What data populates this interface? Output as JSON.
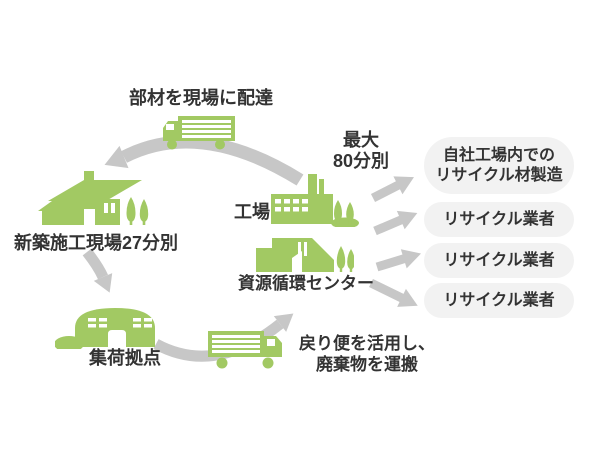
{
  "diagram": {
    "title_flow": "construction material recycling flow",
    "labels": {
      "deliver": "部材を現場に配達",
      "site": "新築施工現場27分別",
      "collection": "集荷拠点",
      "factory": "工場",
      "recycle_center": "資源循環センター",
      "max_line1": "最大",
      "max_line2": "80分別",
      "return_line1": "戻り便を活用し、",
      "return_line2": "廃棄物を運搬"
    },
    "recycle_boxes": [
      {
        "lines": [
          "自社工場内での",
          "リサイクル材製造"
        ]
      },
      {
        "lines": [
          "リサイクル業者"
        ]
      },
      {
        "lines": [
          "リサイクル業者"
        ]
      },
      {
        "lines": [
          "リサイクル業者"
        ]
      }
    ],
    "icons": {
      "delivery-truck-icon": "green box truck facing left",
      "house-icon": "green new-built house with two trees",
      "warehouse-icon": "green dome collection depot with mound",
      "factory-icon": "green factory with chimneys and trees",
      "recycle-center-icon": "green resource recycling center building with trees",
      "return-truck-icon": "green box truck facing right",
      "arrow-icon": "thick gray flow arrow"
    },
    "colors": {
      "green": "#a2c963",
      "arrow_gray": "#c7c7c7",
      "box_bg": "#f2f2f2",
      "text": "#333333",
      "background": "#ffffff"
    }
  }
}
